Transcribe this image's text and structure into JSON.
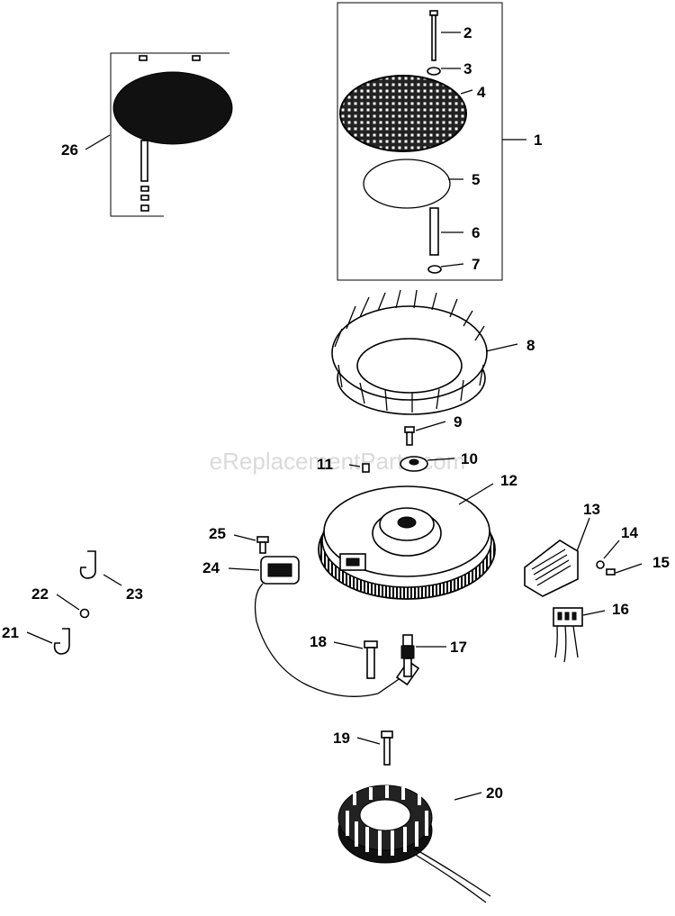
{
  "watermark": "eReplacementParts.com",
  "callouts": {
    "c1": "1",
    "c2": "2",
    "c3": "3",
    "c4": "4",
    "c5": "5",
    "c6": "6",
    "c7": "7",
    "c8": "8",
    "c9": "9",
    "c10": "10",
    "c11": "11",
    "c12": "12",
    "c13": "13",
    "c14": "14",
    "c15": "15",
    "c16": "16",
    "c17": "17",
    "c18": "18",
    "c19": "19",
    "c20": "20",
    "c21": "21",
    "c22": "22",
    "c23": "23",
    "c24": "24",
    "c25": "25",
    "c26": "26"
  }
}
